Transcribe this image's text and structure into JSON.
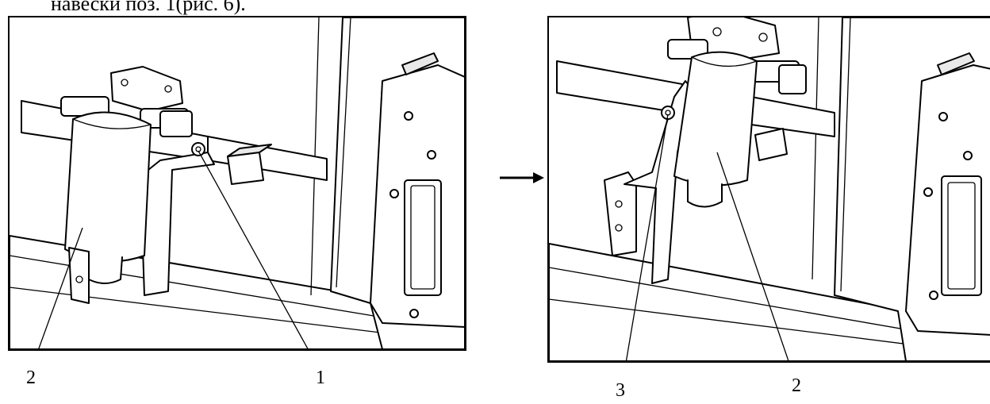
{
  "caption_fragment": "навески поз. 1(рис. 6).",
  "arrow_name": "arrow-right-icon",
  "left_panel": {
    "callouts": [
      "2",
      "1"
    ]
  },
  "right_panel": {
    "callouts": [
      "3",
      "2"
    ]
  }
}
